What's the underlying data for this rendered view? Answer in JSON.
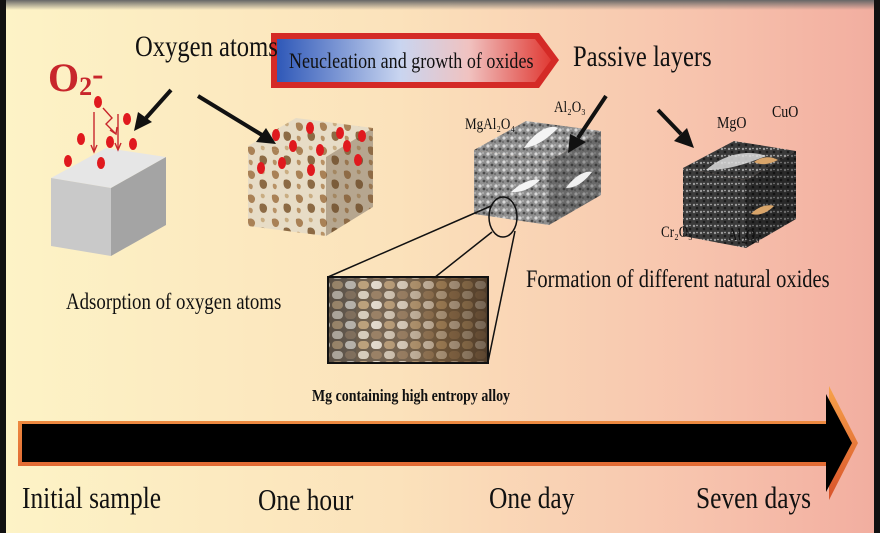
{
  "title_labels": {
    "oxygen_atoms": "Oxygen atoms",
    "process": "Neucleation and growth of oxides",
    "passive_layers": "Passive layers"
  },
  "ion": {
    "symbol": "O",
    "subscript": "2",
    "charge": "-"
  },
  "stage_labels": {
    "adsorption": "Adsorption of oxygen atoms",
    "formation": "Formation of different natural oxides",
    "alloy": "Mg containing high entropy alloy"
  },
  "oxides": {
    "mgal2o4": "MgAl₂O₄",
    "al2o3_top": "Al₂O₃",
    "mgo": "MgO",
    "cuo": "CuO",
    "cr2o3": "Cr₂O₃",
    "al2o3_bottom": "Al₂O₃"
  },
  "timeline": {
    "labels": [
      "Initial sample",
      "One hour",
      "One day",
      "Seven days"
    ]
  },
  "colors": {
    "oxygen_dot": "#e0191e",
    "ion_text": "#c8262c",
    "process_arrow_outline": "#d42a26",
    "timeline_arrow": "#000000",
    "timeline_glow": "#e8762a"
  }
}
